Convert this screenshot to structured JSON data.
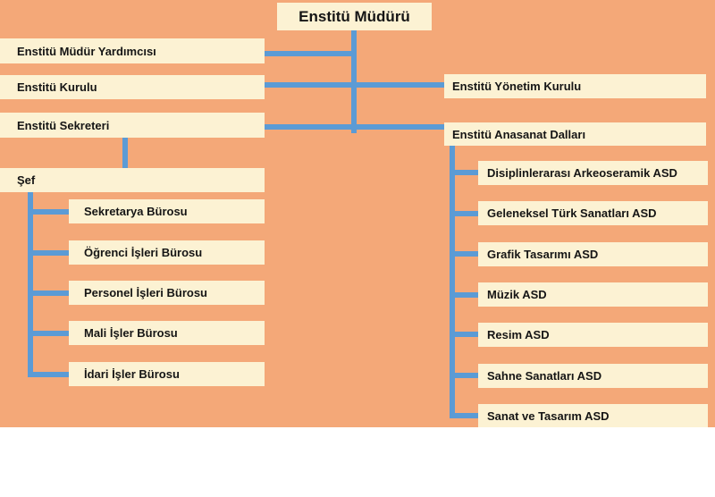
{
  "colors": {
    "canvas_background": "#ffffff",
    "diagram_background": "#f4a878",
    "node_fill": "#fcf2d3",
    "connector": "#5b9bd5",
    "node_text": "#151515"
  },
  "org_chart": {
    "root": {
      "label": "Enstitü Müdürü"
    },
    "left_column": [
      {
        "label": "Enstitü Müdür Yardımcısı"
      },
      {
        "label": "Enstitü Kurulu"
      },
      {
        "label": "Enstitü Sekreteri"
      }
    ],
    "sef": {
      "label": "Şef"
    },
    "sef_children": [
      {
        "label": "Sekretarya Bürosu"
      },
      {
        "label": "Öğrenci İşleri Bürosu"
      },
      {
        "label": "Personel İşleri Bürosu"
      },
      {
        "label": "Mali İşler Bürosu"
      },
      {
        "label": "İdari İşler Bürosu"
      }
    ],
    "right_column": [
      {
        "label": "Enstitü Yönetim Kurulu"
      },
      {
        "label": "Enstitü Anasanat Dalları"
      }
    ],
    "anasanat_children": [
      {
        "label": "Disiplinlerarası Arkeoseramik ASD"
      },
      {
        "label": "Geleneksel Türk Sanatları ASD"
      },
      {
        "label": "Grafik Tasarımı ASD"
      },
      {
        "label": "Müzik ASD"
      },
      {
        "label": "Resim ASD"
      },
      {
        "label": "Sahne Sanatları ASD"
      },
      {
        "label": "Sanat ve Tasarım ASD"
      }
    ]
  }
}
